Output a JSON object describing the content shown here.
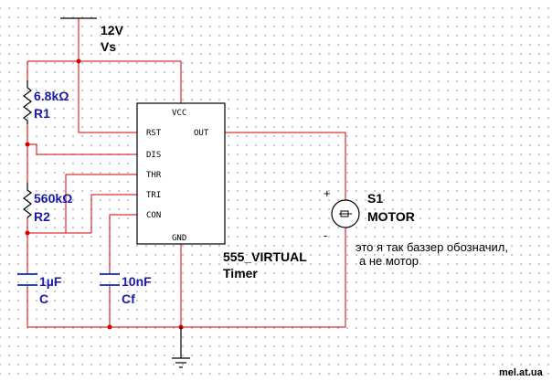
{
  "supply": {
    "voltage": "12V",
    "name": "Vs"
  },
  "resistors": {
    "r1": {
      "value": "6.8kΩ",
      "ref": "R1"
    },
    "r2": {
      "value": "560kΩ",
      "ref": "R2"
    }
  },
  "capacitors": {
    "c": {
      "value": "1µF",
      "ref": "C"
    },
    "cf": {
      "value": "10nF",
      "ref": "Cf"
    }
  },
  "timer": {
    "pins": {
      "vcc": "VCC",
      "rst": "RST",
      "out": "OUT",
      "dis": "DIS",
      "thr": "THR",
      "tri": "TRI",
      "con": "CON",
      "gnd": "GND"
    },
    "name": "555_VIRTUAL",
    "label": "Timer"
  },
  "motor": {
    "ref": "S1",
    "name": "MOTOR",
    "plus": "+",
    "minus": "-"
  },
  "note": {
    "line1": "это я так баззер обозначил,",
    "line2": "а не мотор"
  },
  "watermark": "mel.at.ua",
  "colors": {
    "wire": "#d40000",
    "component": "#000000",
    "value_label": "#1a1aa6",
    "capacitor": "#1f44c8",
    "junction": "#d40000"
  }
}
